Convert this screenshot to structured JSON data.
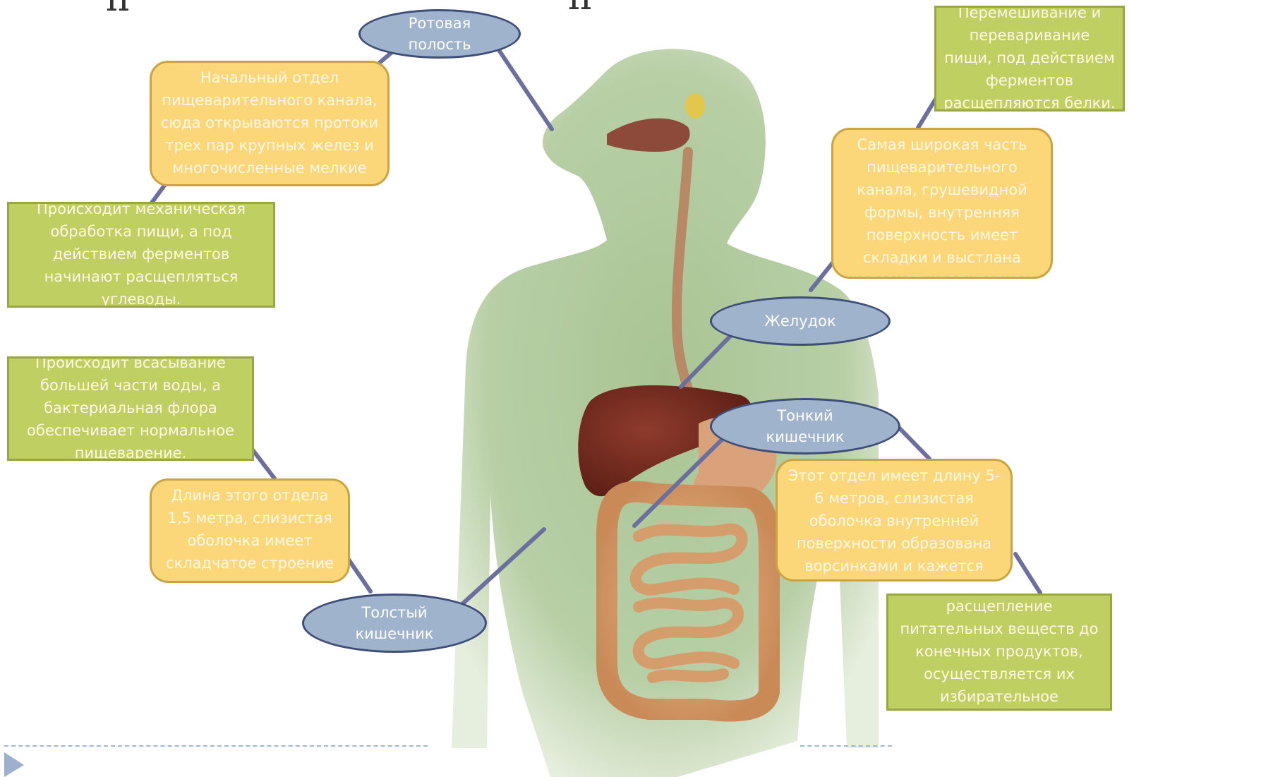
{
  "colors": {
    "yellow_fill": "#fcd77a",
    "green_fill": "#bfcf62",
    "oval_fill": "#9fb4cc",
    "oval_border": "#3f4e78",
    "connector": "#6a6f9e",
    "title_text": "#333333"
  },
  "title_fragment": "п",
  "organs": {
    "mouth": "Ротовая полость",
    "stomach": "Желудок",
    "small_intestine": "Тонкий кишечник",
    "large_intestine": "Толстый кишечник"
  },
  "notes": {
    "mouth_structure": "Начальный отдел пищеварительного канала, сюда открываются протоки трех пар крупных желез и многочисленные мелкие железки.",
    "mouth_function": "Происходит механическая обработка пищи, а под действием ферментов начинают расщепляться углеводы.",
    "stomach_function": "Перемешивание и переваривание пищи, под действием ферментов расщепляются белки.",
    "stomach_structure": "Самая широкая часть пищеварительного канала, грушевидной формы, внутренняя поверхность имеет складки и выстлана железистым эпителием;",
    "large_intestine_function": "Происходит всасывание большей части воды, а бактериальная флора обеспечивает нормальное пищеварение.",
    "large_intestine_structure": "Длина этого отдела 1,5 метра, слизистая оболочка имеет складчатое строение и не имеет ворсинок;",
    "small_intestine_structure": "Этот отдел имеет длину 5-6 метров, слизистая оболочка внутренней поверхности образована ворсинками и кажется бархатистой;",
    "small_intestine_function": "Завершается расщепление питательных веществ до конечных продуктов, осуществляется их избирательное всасывание."
  },
  "icons": {
    "slide_marker": "triangle-right-icon"
  }
}
